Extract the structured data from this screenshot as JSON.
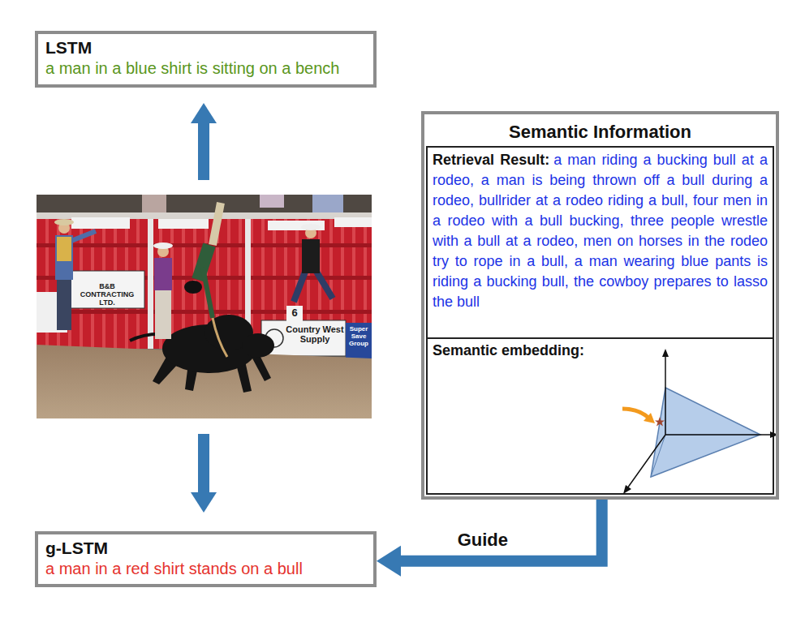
{
  "diagram": {
    "nodes": [
      {
        "text": [
          "LSTM",
          "a man in a blue shirt is sitting on a bench"
        ]
      },
      {
        "text": [
          "Semantic Information"
        ]
      },
      {
        "text": [
          "Retrieval Result:",
          "a man riding a bucking bull at a rodeo, a man is being thrown off a bull during a rodeo, bullrider at a rodeo riding a bull, four men in a rodeo with a bull bucking, three people wrestle with a bull at a rodeo, men on horses in the rodeo try to rope in a bull, a man wearing blue pants is riding a bucking bull, the cowboy prepares to lasso the bull"
        ],
        "in": 1
      },
      {
        "text": [
          "Semantic embedding:"
        ],
        "in": 1
      },
      {
        "text": [
          "g-LSTM",
          "a man in a red shirt stands on a bull"
        ]
      }
    ],
    "edges": [
      {
        "from": 1,
        "to": 4,
        "label": "Guide",
        "arrow": "to"
      }
    ],
    "labels": [
      "B&B CONTRACTING LTD.",
      "Country West Supply",
      "6",
      "Super Save Group"
    ]
  }
}
